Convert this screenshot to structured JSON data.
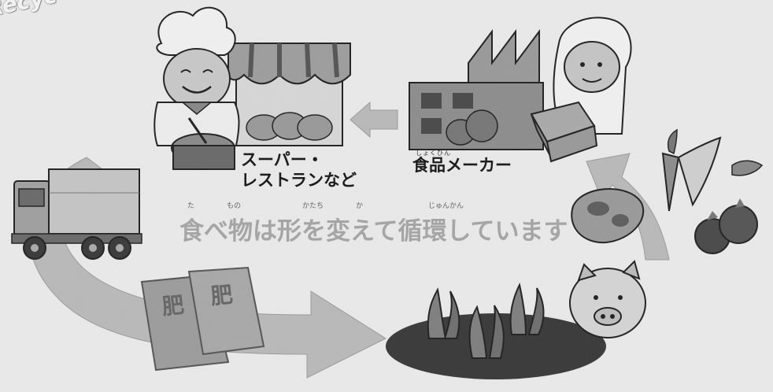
{
  "banner": {
    "text": "Recyc"
  },
  "nodes": {
    "supermarket": {
      "line1": "スーパー・",
      "line2": "レストランなど"
    },
    "maker": {
      "label": "食品メーカー",
      "ruby": "しょくひん"
    }
  },
  "cycle": {
    "text": "食べ物は形を変えて循環しています",
    "ruby": {
      "ta": "た",
      "mono": "もの",
      "katachi": "かたち",
      "ka": "か",
      "junkan": "じゅんかん"
    }
  },
  "fertilizer": {
    "bag1": "肥",
    "bag2": "肥"
  },
  "colors": {
    "background": "#e9e9e9",
    "arrow": "#b9b9b9",
    "arrow_dark": "#9a9a9a",
    "outline": "#2a2a2a",
    "text_grey": "#a5a5a5"
  },
  "icons": [
    "chef-icon",
    "store-awning-icon",
    "factory-icon",
    "worker-with-box-icon",
    "truck-icon",
    "fertilizer-bag-icon",
    "field-crops-icon",
    "pig-icon",
    "vegetables-icon",
    "meat-icon",
    "cycle-arrow-icon"
  ]
}
